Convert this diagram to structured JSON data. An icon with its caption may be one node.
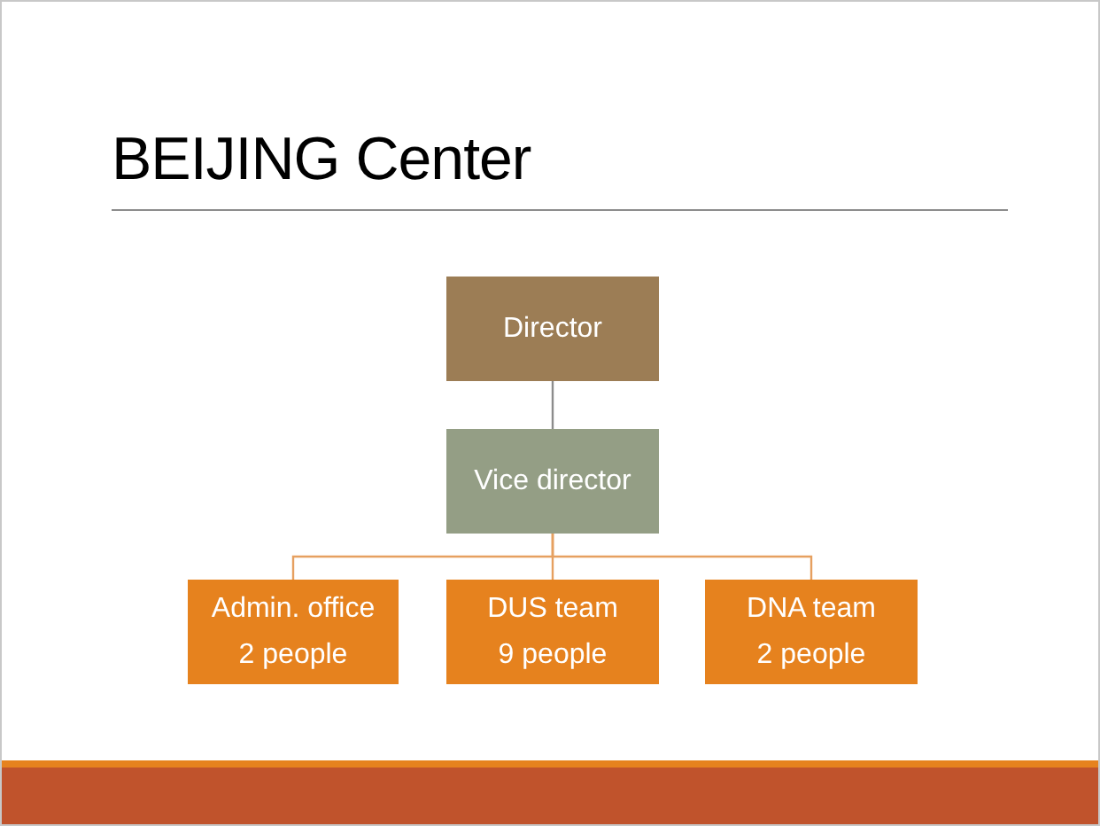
{
  "diagram": {
    "title": "BEIJING Center",
    "nodes": [
      {
        "text": [
          "Director"
        ]
      },
      {
        "text": [
          "Vice director"
        ]
      },
      {
        "text": [
          "Admin. office",
          "2 people"
        ]
      },
      {
        "text": [
          "DUS team",
          "9 people"
        ]
      },
      {
        "text": [
          "DNA team",
          "2 people"
        ]
      }
    ],
    "edges": [
      {
        "from": 0,
        "to": 1,
        "arrow": "none",
        "color": "#8c8c8c"
      },
      {
        "from": 1,
        "to": 2,
        "arrow": "none"
      },
      {
        "from": 1,
        "to": 3,
        "arrow": "none"
      },
      {
        "from": 1,
        "to": 4,
        "arrow": "none"
      }
    ]
  }
}
